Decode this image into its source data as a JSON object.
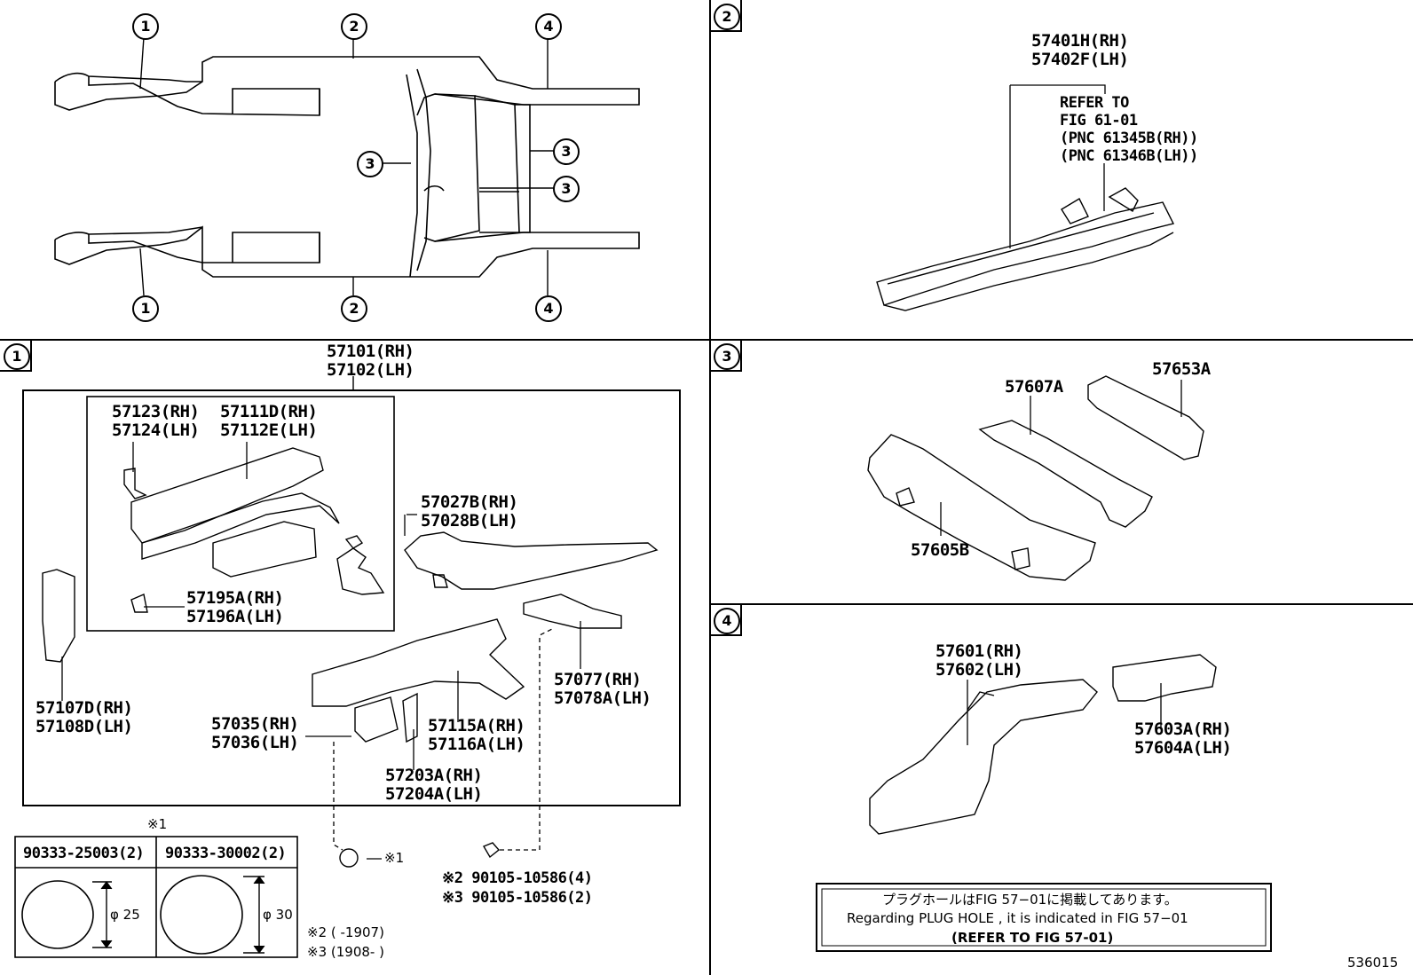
{
  "callout_labels": {
    "c1": "1",
    "c2": "2",
    "c3": "3",
    "c4": "4"
  },
  "section1": {
    "main_part": [
      "57101(RH)",
      "57102(LH)"
    ],
    "p57123": [
      "57123(RH)",
      "57124(LH)"
    ],
    "p57111": [
      "57111D(RH)",
      "57112E(LH)"
    ],
    "p57195": [
      "57195A(RH)",
      "57196A(LH)"
    ],
    "p57107": [
      "57107D(RH)",
      "57108D(LH)"
    ],
    "p57027": [
      "57027B(RH)",
      "57028B(LH)"
    ],
    "p57077": [
      "57077(RH)",
      "57078A(LH)"
    ],
    "p57035": [
      "57035(RH)",
      "57036(LH)"
    ],
    "p57115": [
      "57115A(RH)",
      "57116A(LH)"
    ],
    "p57203": [
      "57203A(RH)",
      "57204A(LH)"
    ],
    "mark1": "※1",
    "plug_table": {
      "col1_part": "90333-25003(2)",
      "col2_part": "90333-30002(2)",
      "col1_dim": "φ 25",
      "col2_dim": "φ 30"
    },
    "plug_ref": "※1",
    "bolt1": "※2 90105-10586(4)",
    "bolt2": "※3 90105-10586(2)",
    "range1": "※2 (        -1907)",
    "range2": "※3 (1908-        )"
  },
  "section2": {
    "part": [
      "57401H(RH)",
      "57402F(LH)"
    ],
    "refer": [
      "REFER TO",
      "FIG 61-01",
      "(PNC 61345B(RH))",
      "(PNC 61346B(LH))"
    ]
  },
  "section3": {
    "p57653": "57653A",
    "p57607": "57607A",
    "p57605": "57605B"
  },
  "section4": {
    "p57601": [
      "57601(RH)",
      "57602(LH)"
    ],
    "p57603": [
      "57603A(RH)",
      "57604A(LH)"
    ],
    "notice_jp": "プラグホールはFIG 57−01に掲載してあります。",
    "notice_en": "Regarding PLUG HOLE , it is indicated in FIG 57−01",
    "notice_ref": "(REFER TO FIG 57-01)"
  },
  "diagram_id": "536015"
}
